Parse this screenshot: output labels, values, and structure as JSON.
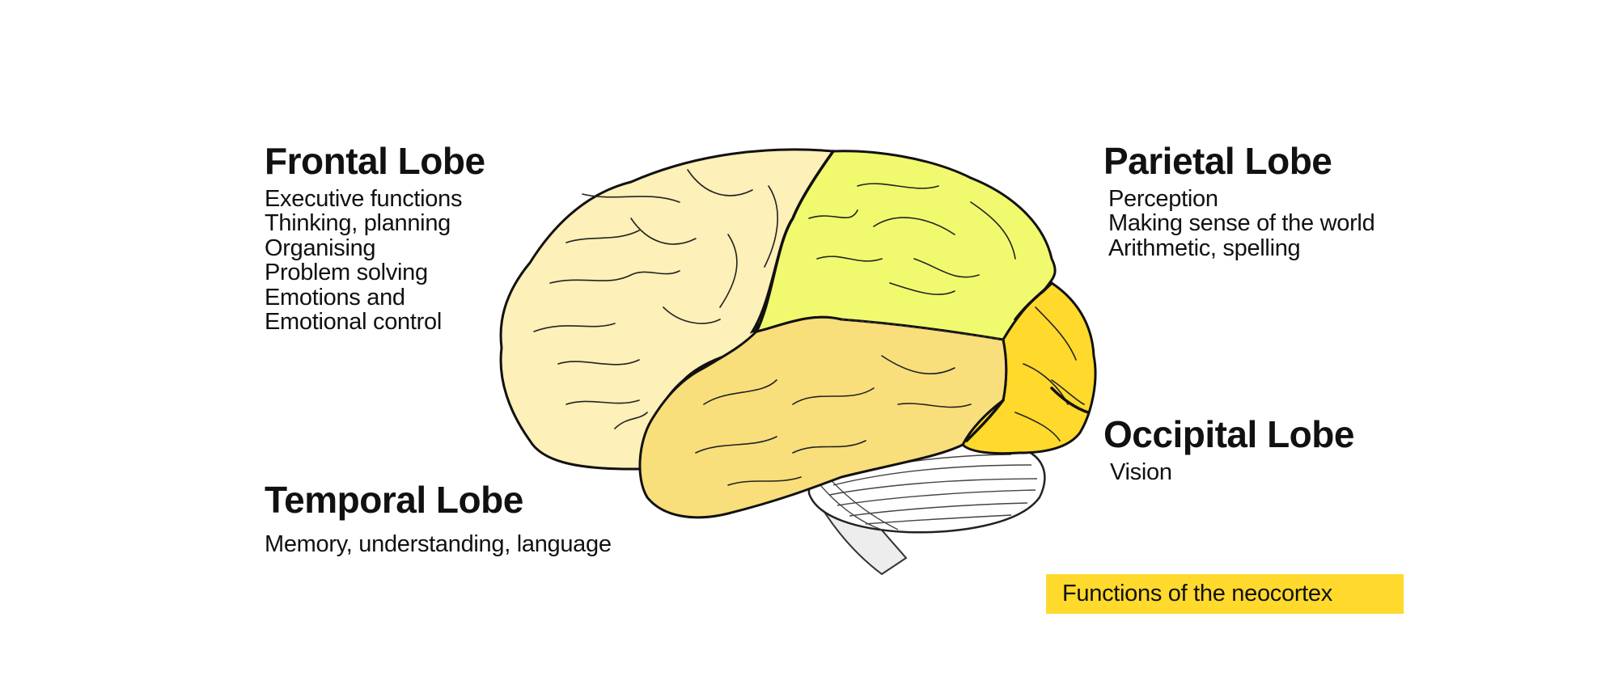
{
  "lobes": {
    "frontal": {
      "title": "Frontal Lobe",
      "lines": [
        "Executive functions",
        "Thinking, planning",
        "Organising",
        "Problem solving",
        "Emotions and",
        "Emotional control"
      ]
    },
    "parietal": {
      "title": "Parietal Lobe",
      "lines": [
        "Perception",
        "Making sense of the world",
        "Arithmetic, spelling"
      ]
    },
    "occipital": {
      "title": "Occipital Lobe",
      "lines": [
        "Vision"
      ]
    },
    "temporal": {
      "title": "Temporal Lobe",
      "lines": [
        "Memory, understanding, language"
      ]
    }
  },
  "caption": "Functions of the neocortex",
  "colors": {
    "frontal": "#FDF0B8",
    "parietal": "#F1FA6E",
    "temporal": "#F9DE7C",
    "occipital": "#FFD92C",
    "cerebellum": "#FFFFFF",
    "brainstem": "#EDEDED",
    "caption_bg": "#FFD92C",
    "outline": "#111111"
  }
}
